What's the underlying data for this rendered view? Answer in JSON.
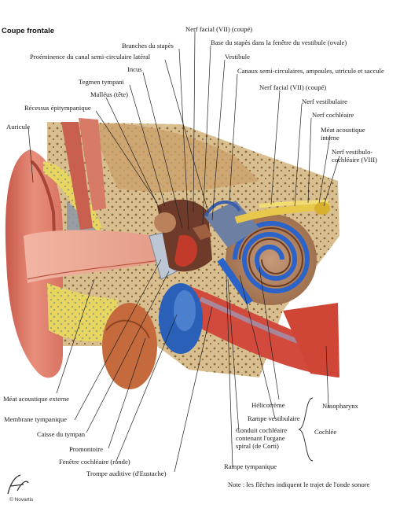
{
  "title": "Coupe frontale",
  "labels": {
    "nerf_facial_top": "Nerf facial (VII) (coupé)",
    "base_stapes": "Base du stapès dans la fenêtre du vestibule (ovale)",
    "branches_stapes": "Branches du stapès",
    "vestibule": "Vestibule",
    "proeminence": "Proéminence du canal semi-circulaire latéral",
    "canaux": "Canaux semi-circulaires, ampoules, utricule et saccule",
    "incus": "Incus",
    "tegmen": "Tegmen tympani",
    "nerf_facial_right": "Nerf facial (VII) (coupé)",
    "malleus": "Malléus (tête)",
    "nerf_vestibulaire": "Nerf vestibulaire",
    "recessus": "Récessus épitympanique",
    "nerf_cochleaire": "Nerf cochléaire",
    "auricule": "Auricule",
    "meat_interne": "Méat acoustique interne",
    "nerf_vestibulo": "Nerf vestibulo-cochléaire (VIII)",
    "meat_externe": "Méat acoustique externe",
    "helicotrema": "Hélicotrème",
    "nasopharynx": "Nasopharynx",
    "membrane": "Membrane tympanique",
    "rampe_vestibulaire": "Rampe vestibulaire",
    "caisse": "Caisse du tympan",
    "conduit": "Conduit cochléaire contenant l'organe spiral (de Corti)",
    "cochlee": "Cochlée",
    "promontoire": "Promontoire",
    "fenetre_cochleaire": "Fenêtre cochléaire (ronde)",
    "rampe_tympanique": "Rampe tympanique",
    "trompe": "Trompe auditive (d'Eustache)"
  },
  "note": "Note : les flèches indiquent le trajet de l'onde sonore",
  "signature": "F. Netter",
  "credit": "© Novartis"
}
